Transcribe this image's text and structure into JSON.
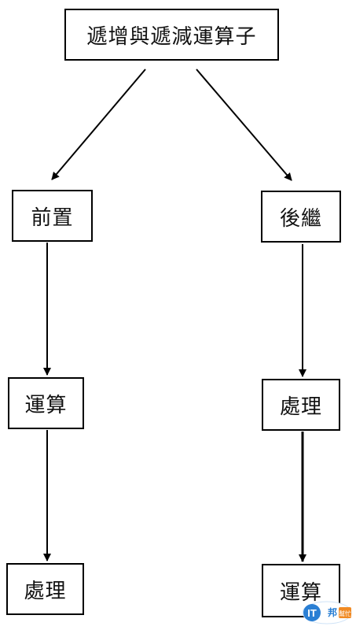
{
  "diagram": {
    "root": {
      "label": "遞增與遞減運算子"
    },
    "prefix": {
      "label": "前置",
      "step1": "運算",
      "step2": "處理"
    },
    "postfix": {
      "label": "後繼",
      "step1": "處理",
      "step2": "運算"
    }
  },
  "watermark": {
    "text": "IT邦幫忙",
    "colors": {
      "primary": "#2a7fd4",
      "accent": "#f08a24"
    }
  }
}
